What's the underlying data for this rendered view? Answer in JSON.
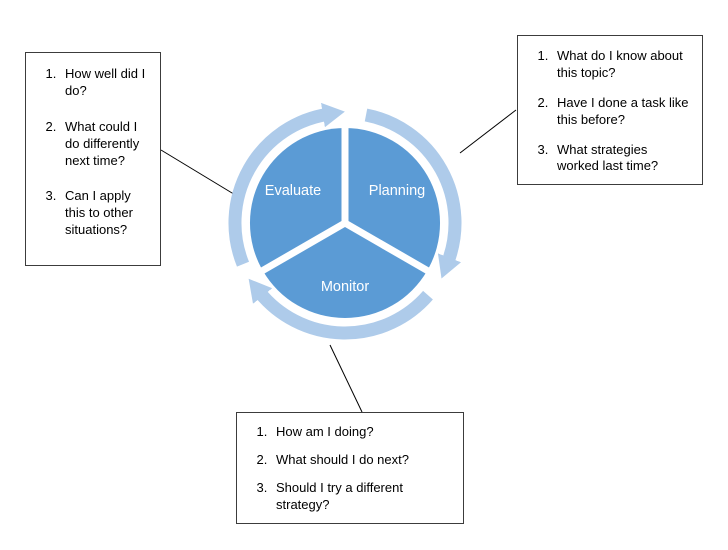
{
  "diagram": {
    "wedges": {
      "evaluate": "Evaluate",
      "planning": "Planning",
      "monitor": "Monitor"
    },
    "colors": {
      "pie": "#5B9BD5",
      "ring": "#AECBEA"
    }
  },
  "boxes": {
    "planning": {
      "items": [
        "What do I know about this topic?",
        "Have I done a task like this before?",
        "What strategies worked last time?"
      ]
    },
    "evaluate": {
      "items": [
        "How well did I do?",
        "What could I do differently next time?",
        "Can I apply this to other situations?"
      ]
    },
    "monitor": {
      "items": [
        "How am I doing?",
        "What should I do next?",
        "Should I try a different strategy?"
      ]
    }
  }
}
